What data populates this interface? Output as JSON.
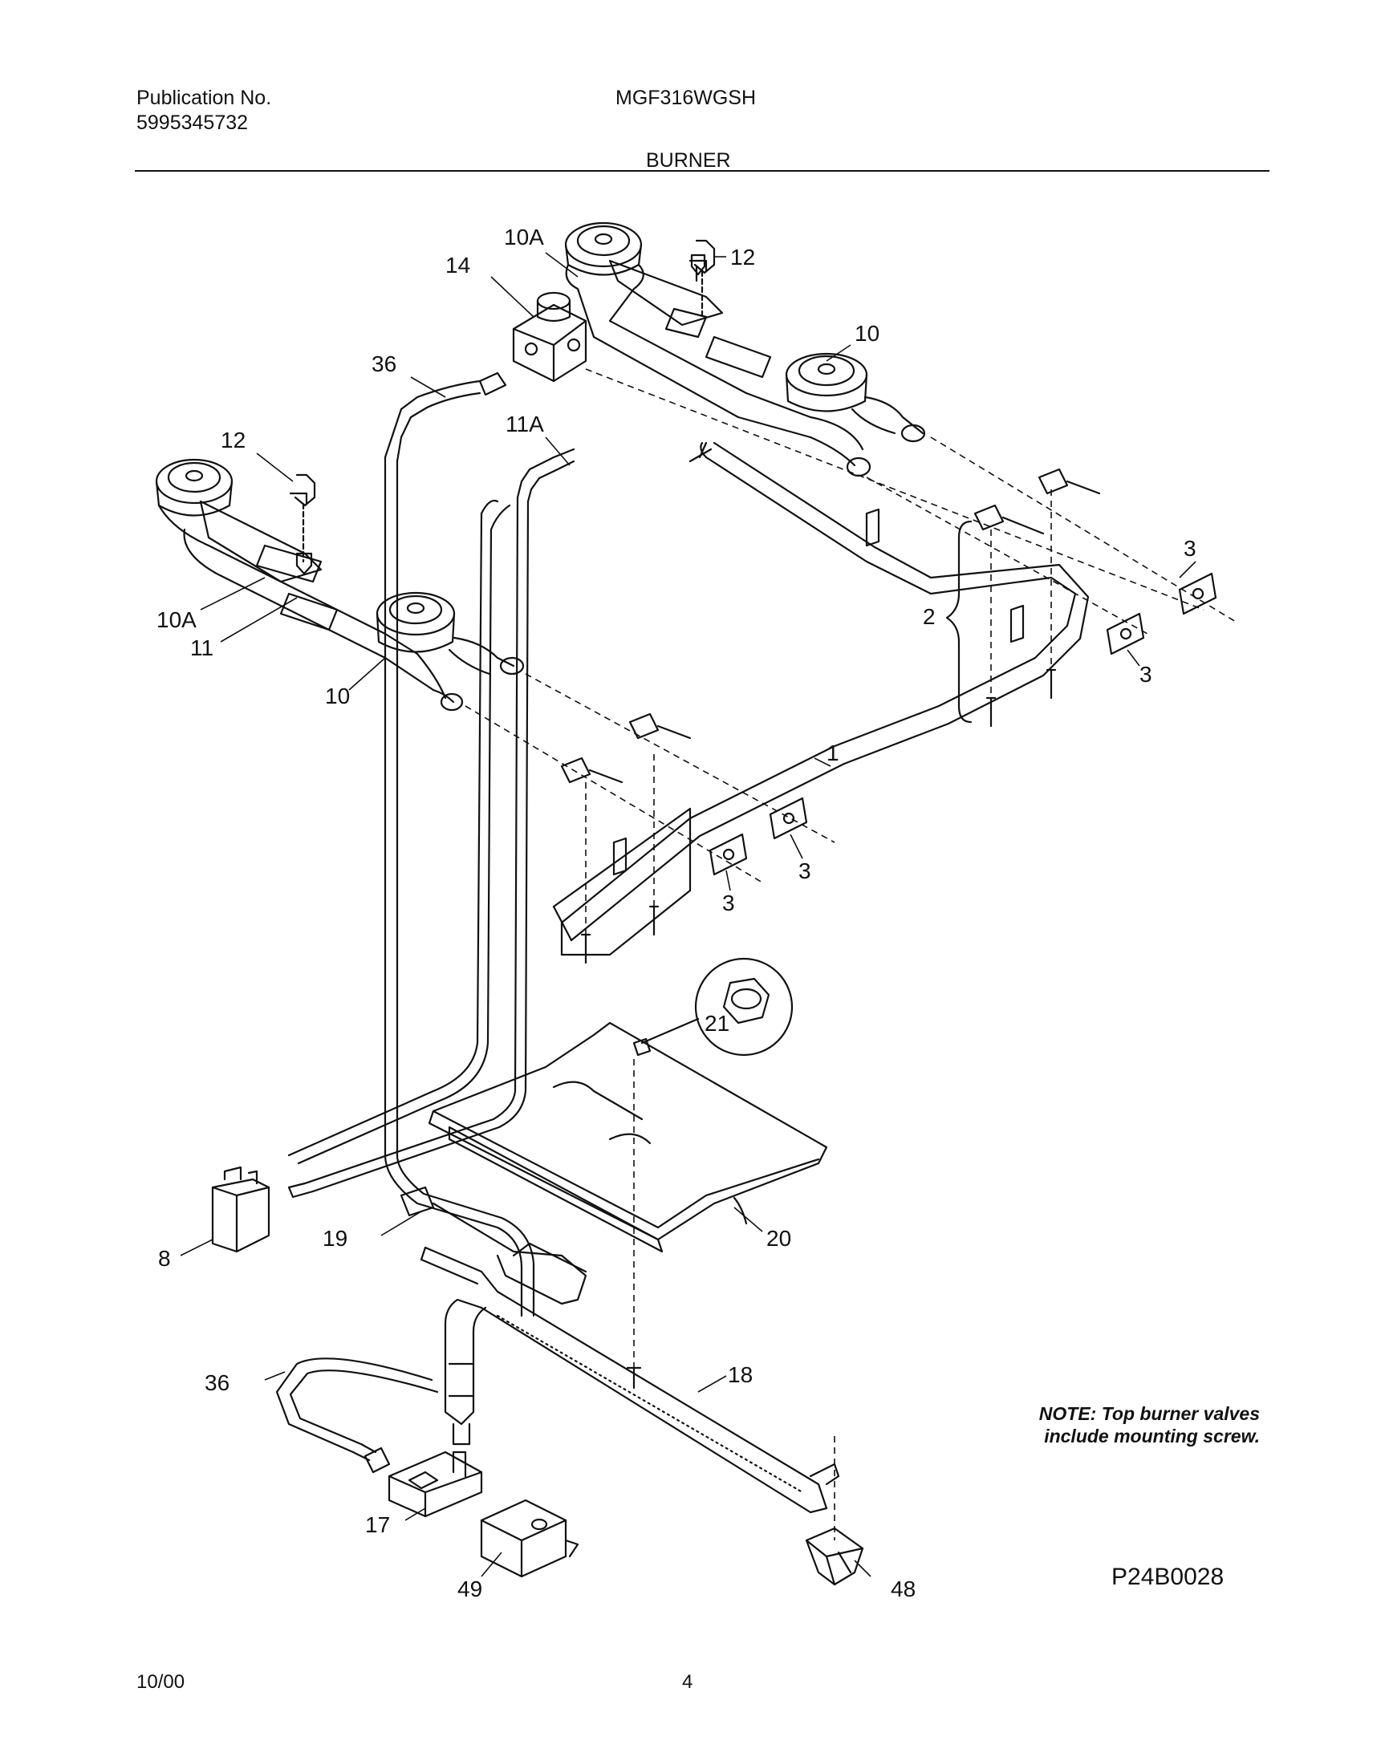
{
  "header": {
    "publication_label": "Publication No.",
    "publication_number": "5995345732",
    "model": "MGF316WGSH",
    "section": "BURNER"
  },
  "callouts": {
    "c10A_top": "10A",
    "c12_top": "12",
    "c14": "14",
    "c10_top": "10",
    "c36_top": "36",
    "c11A": "11A",
    "c12_left": "12",
    "c3_a": "3",
    "c2": "2",
    "c3_b": "3",
    "c10A_left": "10A",
    "c11": "11",
    "c10_left": "10",
    "c1": "1",
    "c3_c": "3",
    "c3_d": "3",
    "c21": "21",
    "c8": "8",
    "c19": "19",
    "c20": "20",
    "c36_bottom": "36",
    "c18": "18",
    "c17": "17",
    "c49": "49",
    "c48": "48"
  },
  "note": {
    "line1": "NOTE: Top burner valves",
    "line2": "include mounting screw."
  },
  "diagram_code": "P24B0028",
  "footer": {
    "date": "10/00",
    "page": "4"
  }
}
